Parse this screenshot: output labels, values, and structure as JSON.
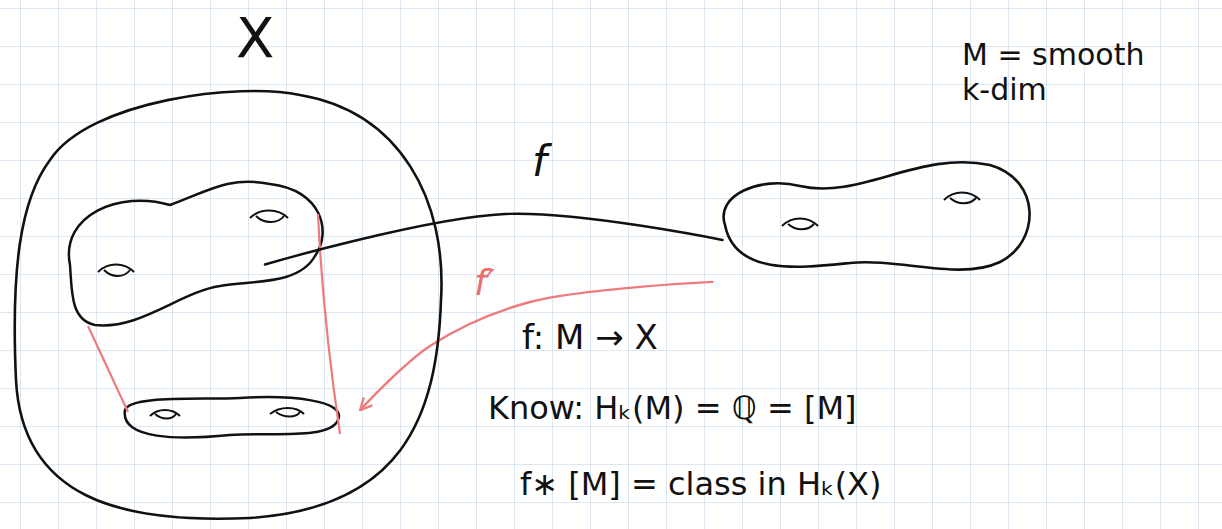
{
  "diagram": {
    "nodes": [
      {
        "text": [
          "X"
        ]
      },
      {
        "text": [
          "M = smooth k-dim"
        ]
      }
    ],
    "edges": [
      {
        "from": 1,
        "to": 0,
        "arrow": "none",
        "label": "f"
      },
      {
        "from": 1,
        "to": 0,
        "arrow": "to",
        "label": "f′"
      }
    ],
    "labels": [
      "f: M → X",
      "Know: Hₖ(M) = ℚ = [M]",
      "f∗ [M] = class in Hₖ(X)"
    ]
  }
}
